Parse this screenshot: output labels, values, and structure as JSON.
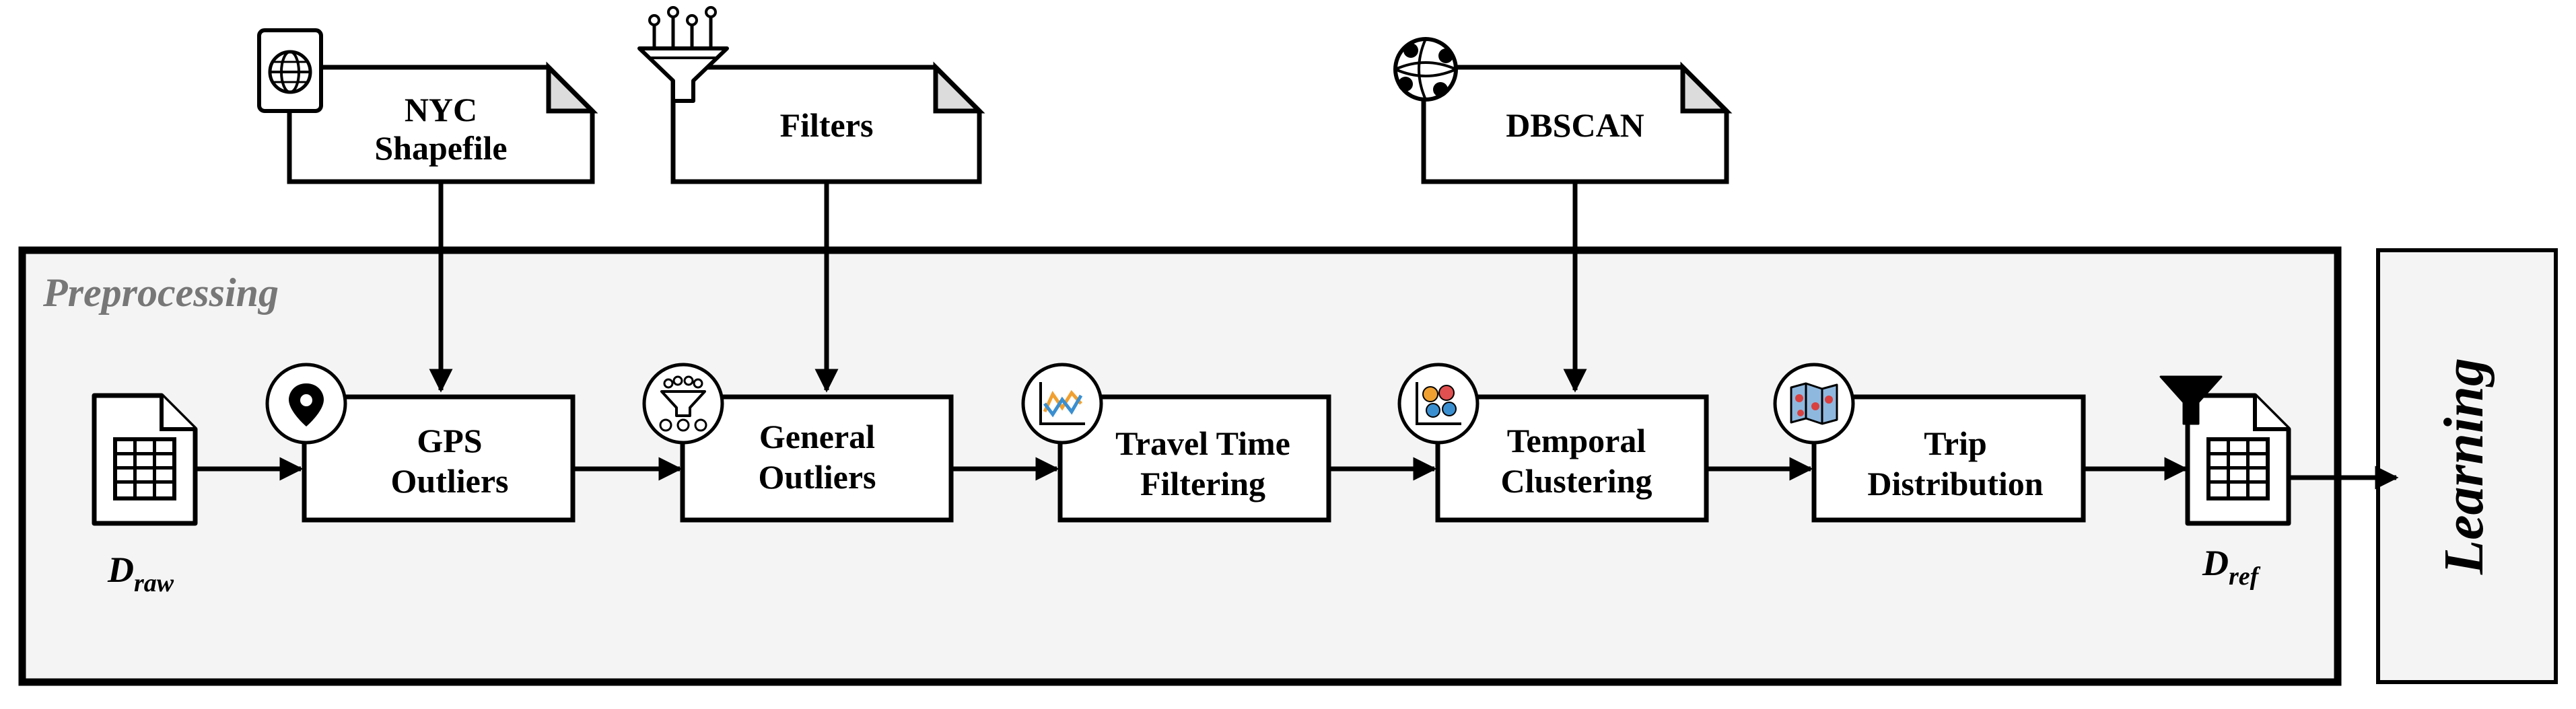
{
  "section": {
    "title": "Preprocessing"
  },
  "learning": {
    "label": "Learning"
  },
  "inputs": {
    "raw": {
      "symbol": "D",
      "subscript": "raw"
    },
    "ref": {
      "symbol": "D",
      "subscript": "ref"
    }
  },
  "notes": [
    {
      "lines": [
        "NYC",
        "Shapefile"
      ],
      "icon": "globe-document-icon"
    },
    {
      "lines": [
        "Filters"
      ],
      "icon": "funnel-icon"
    },
    {
      "lines": [
        "DBSCAN"
      ],
      "icon": "network-globe-icon"
    }
  ],
  "steps": [
    {
      "lines": [
        "GPS",
        "Outliers"
      ],
      "icon": "location-pin-icon"
    },
    {
      "lines": [
        "General",
        "Outliers"
      ],
      "icon": "filter-funnel-icon"
    },
    {
      "lines": [
        "Travel Time",
        "Filtering"
      ],
      "icon": "line-chart-icon"
    },
    {
      "lines": [
        "Temporal",
        "Clustering"
      ],
      "icon": "cluster-chart-icon"
    },
    {
      "lines": [
        "Trip",
        "Distribution"
      ],
      "icon": "map-icon"
    }
  ],
  "colors": {
    "panel_fill": "#f4f4f4",
    "section_title": "#777777",
    "chart_orange": "#f0a030",
    "chart_blue": "#3a8fd0",
    "cluster_red": "#e05050",
    "map_red": "#d94040",
    "map_blue": "#8fb8de"
  }
}
